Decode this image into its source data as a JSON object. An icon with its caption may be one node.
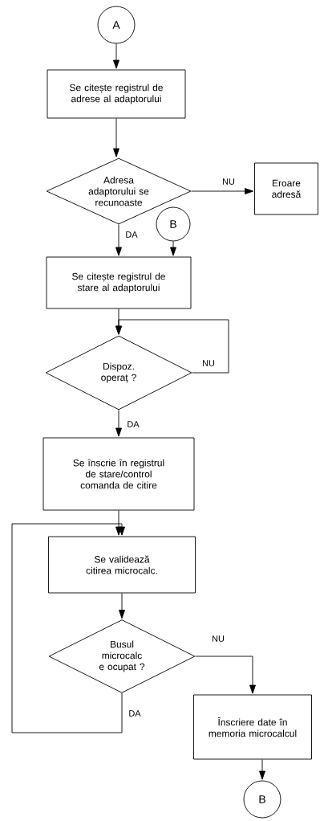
{
  "diagram": {
    "nodes": [
      {
        "text": [
          "A"
        ]
      },
      {
        "text": [
          "Se citește registrul de adrese al adaptorului"
        ]
      },
      {
        "text": [
          "Adresa adaptorului se recunoaste"
        ]
      },
      {
        "text": [
          "Eroare adresă"
        ]
      },
      {
        "text": [
          "B"
        ]
      },
      {
        "text": [
          "Se citește registrul de stare al adaptorului"
        ]
      },
      {
        "text": [
          "Dispoz. operaț ?"
        ]
      },
      {
        "text": [
          "Se înscrie în registrul de stare/control comanda de citire"
        ]
      },
      {
        "text": [
          "Se validează citirea microcalc."
        ]
      },
      {
        "text": [
          "Busul microcalc e ocupat ?"
        ]
      },
      {
        "text": [
          "Înscriere date în memoria microcalcul"
        ]
      },
      {
        "text": [
          "B"
        ]
      }
    ],
    "edges": [
      {
        "from": 0,
        "to": 1,
        "arrow": "to"
      },
      {
        "from": 1,
        "to": 2,
        "arrow": "to"
      },
      {
        "from": 2,
        "to": 3,
        "arrow": "to",
        "label": "NU"
      },
      {
        "from": 2,
        "to": 5,
        "arrow": "to",
        "label": "DA"
      },
      {
        "from": 4,
        "to": 5,
        "arrow": "to"
      },
      {
        "from": 5,
        "to": 6,
        "arrow": "to"
      },
      {
        "from": 6,
        "to": 6,
        "arrow": "to",
        "label": "NU"
      },
      {
        "from": 6,
        "to": 7,
        "arrow": "to",
        "label": "DA"
      },
      {
        "from": 7,
        "to": 8,
        "arrow": "to"
      },
      {
        "from": 8,
        "to": 9,
        "arrow": "to"
      },
      {
        "from": 9,
        "to": 10,
        "arrow": "to",
        "label": "NU"
      },
      {
        "from": 9,
        "to": 8,
        "arrow": "to",
        "label": "DA"
      },
      {
        "from": 10,
        "to": 11,
        "arrow": "to"
      }
    ]
  }
}
